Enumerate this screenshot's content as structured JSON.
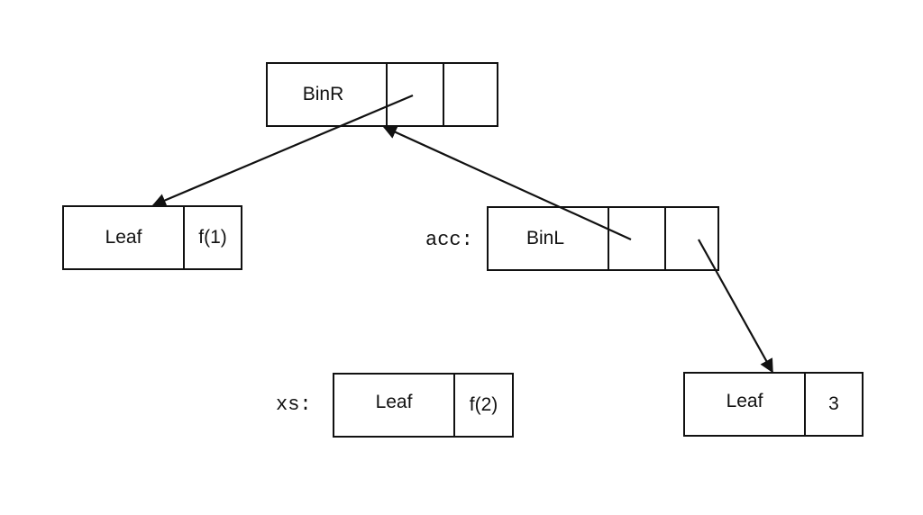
{
  "nodes": {
    "binr": {
      "tag": "BinR"
    },
    "leaf1": {
      "tag": "Leaf",
      "value": "f(1)"
    },
    "binl": {
      "tag": "BinL"
    },
    "leaf2": {
      "tag": "Leaf",
      "value": "f(2)"
    },
    "leaf3": {
      "tag": "Leaf",
      "value": "3"
    }
  },
  "labels": {
    "acc": "acc:",
    "xs": "xs:"
  },
  "colors": {
    "stroke": "#111111",
    "background": "#ffffff"
  }
}
